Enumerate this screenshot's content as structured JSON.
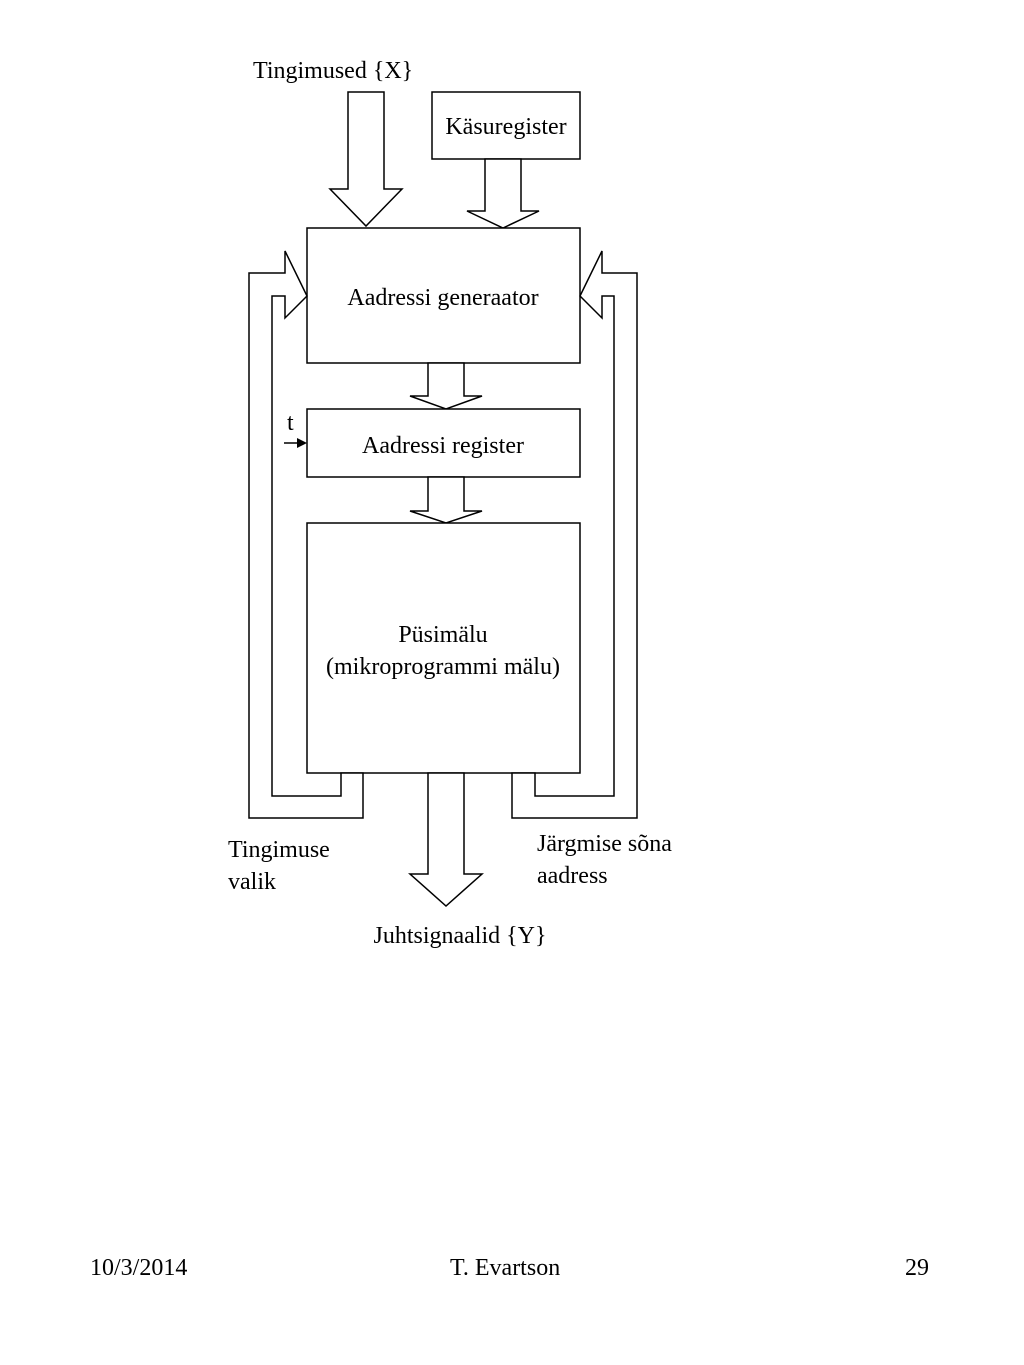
{
  "diagram": {
    "inputs_label": "Tingimused {X}",
    "instruction_register": "Käsuregister",
    "address_generator": "Aadressi generaator",
    "clock_label": "t",
    "address_register": "Aadressi register",
    "rom_line1": "Püsimälu",
    "rom_line2": "(mikroprogrammi mälu)",
    "condition_select_line1": "Tingimuse",
    "condition_select_line2": "valik",
    "next_address_line1": "Järgmise sõna",
    "next_address_line2": "aadress",
    "outputs_label": "Juhtsignaalid {Y}"
  },
  "footer": {
    "date": "10/3/2014",
    "author": "T. Evartson",
    "page": "29"
  }
}
